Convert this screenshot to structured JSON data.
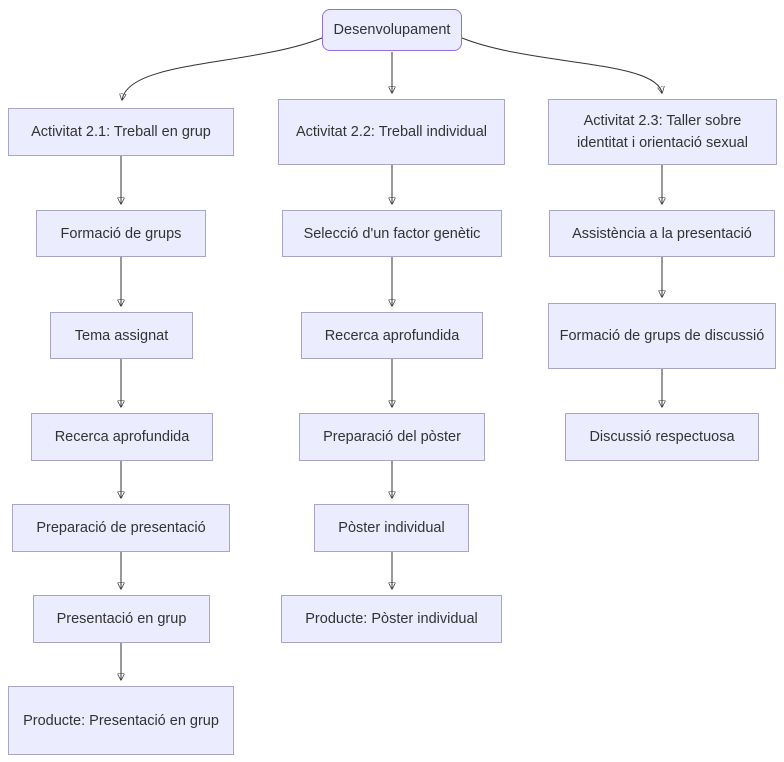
{
  "diagram": {
    "type": "flowchart",
    "direction": "top-down",
    "colors": {
      "node_fill": "#ECECFF",
      "node_border": "#A9A5C9",
      "root_border": "#9370DB",
      "arrow": "#333333",
      "text": "#333333"
    },
    "root": {
      "label": "Desenvolupament"
    },
    "columns": [
      {
        "name": "activitat-2-1",
        "nodes": [
          "Activitat 2.1: Treball en grup",
          "Formació de grups",
          "Tema assignat",
          "Recerca aprofundida",
          "Preparació de presentació",
          "Presentació en grup",
          "Producte: Presentació en grup"
        ]
      },
      {
        "name": "activitat-2-2",
        "nodes": [
          "Activitat 2.2: Treball individual",
          "Selecció d'un factor genètic",
          "Recerca aprofundida",
          "Preparació del pòster",
          "Pòster individual",
          "Producte: Pòster individual"
        ]
      },
      {
        "name": "activitat-2-3",
        "nodes": [
          "Activitat 2.3: Taller sobre identitat i orientació sexual",
          "Assistència a la presentació",
          "Formació de grups de discussió",
          "Discussió respectuosa"
        ]
      }
    ]
  }
}
